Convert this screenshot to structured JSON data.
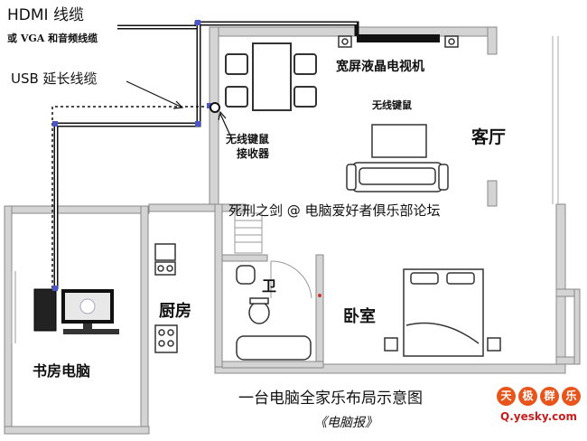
{
  "labels": {
    "hdmi_cable": "HDMI 线缆",
    "hdmi_sub": "或 VGA 和音频线缆",
    "usb_cable": "USB 延长线缆",
    "wireless_receiver_line1": "无线键鼠",
    "wireless_receiver_line2": "接收器",
    "wireless_kbm": "无线键鼠",
    "tv": "宽屏液晶电视机",
    "living_room": "客厅",
    "kitchen": "厨房",
    "bathroom": "卫",
    "bedroom": "卧室",
    "study_pc": "书房电脑",
    "watermark": "死刑之剑 @ 电脑爱好者俱乐部论坛",
    "caption_title": "一台电脑全家乐布局示意图",
    "caption_source": "《电脑报》"
  },
  "logo": {
    "chars": [
      "天",
      "极",
      "群",
      "乐"
    ],
    "url": "Q.yesky.com",
    "color": "#e8541a"
  },
  "colors": {
    "wall": "#d4d4d4",
    "wall_edge": "#888888",
    "cable": "#111111",
    "node": "#4a55c8"
  }
}
